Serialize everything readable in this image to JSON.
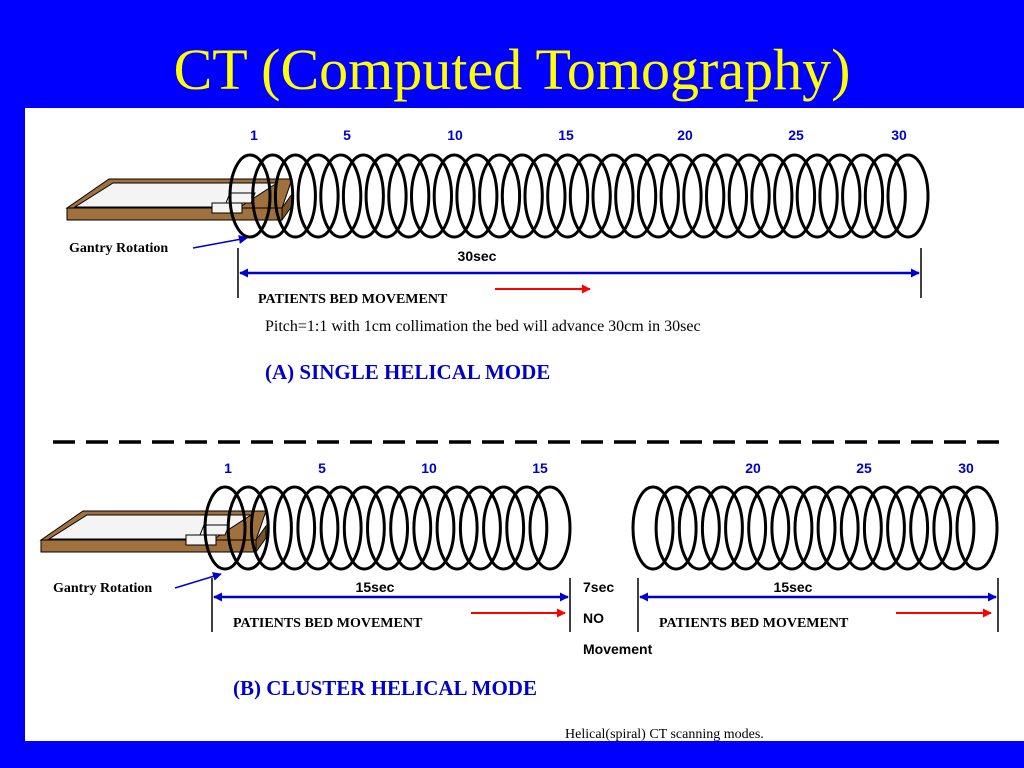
{
  "title": "CT (Computed Tomography)",
  "colors": {
    "background": "#0000FF",
    "title": "#FFFF00",
    "panel": "#FFFFFF",
    "label_blue": "#0000CC",
    "arrow_red": "#FF0000",
    "bed_wood": "#A0713C",
    "bed_top": "#F4F4F4"
  },
  "single": {
    "ticks": [
      "1",
      "5",
      "10",
      "15",
      "20",
      "25",
      "30"
    ],
    "gantry_label": "Gantry Rotation",
    "time_label": "30sec",
    "bed_label": "PATIENTS BED MOVEMENT",
    "pitch_note": "Pitch=1:1 with 1cm collimation the bed will advance 30cm in 30sec",
    "mode_title": "(A) SINGLE HELICAL MODE"
  },
  "cluster": {
    "ticks_left": [
      "1",
      "5",
      "10",
      "15"
    ],
    "ticks_right": [
      "20",
      "25",
      "30"
    ],
    "gantry_label": "Gantry Rotation",
    "time_left": "15sec",
    "time_right": "15sec",
    "pause_time": "7sec",
    "pause_line1": "NO",
    "pause_line2": "Movement",
    "bed_label_left": "PATIENTS BED MOVEMENT",
    "bed_label_right": "PATIENTS BED MOVEMENT",
    "mode_title": "(B) CLUSTER HELICAL MODE"
  },
  "caption": "Helical(spiral) CT scanning modes."
}
